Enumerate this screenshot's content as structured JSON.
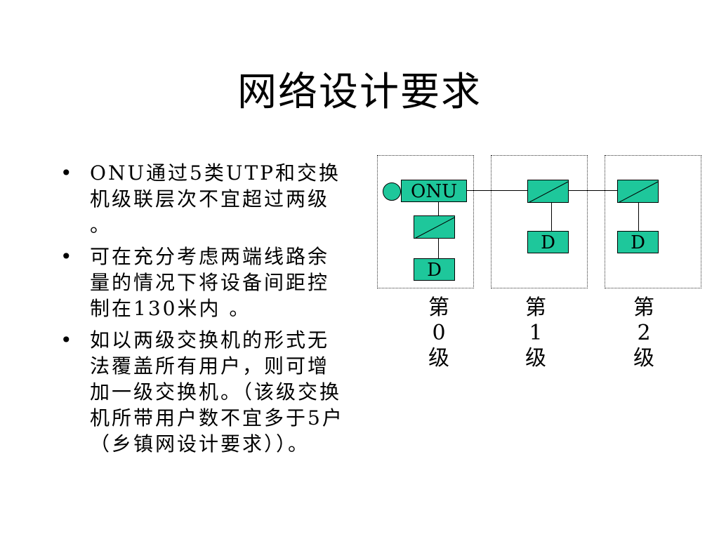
{
  "slide": {
    "title": "网络设计要求",
    "bullets": [
      "ONU通过5类UTP和交换机级联层次不宜超过两级 。",
      "可在充分考虑两端线路余量的情况下将设备间距控制在130米内 。",
      "如以两级交换机的形式无法覆盖所有用户，则可增加一级交换机。（该级交换机所带用户数不宜多于5户（乡镇网设计要求））。"
    ],
    "bullet_glyph": "•"
  },
  "diagram": {
    "onu_label": "ONU",
    "device_label": "D",
    "levels": [
      {
        "char": "第",
        "num": "0",
        "suffix": "级"
      },
      {
        "char": "第",
        "num": "1",
        "suffix": "级"
      },
      {
        "char": "第",
        "num": "2",
        "suffix": "级"
      }
    ],
    "colors": {
      "device_fill": "#1ec79b",
      "line": "#000000"
    }
  }
}
